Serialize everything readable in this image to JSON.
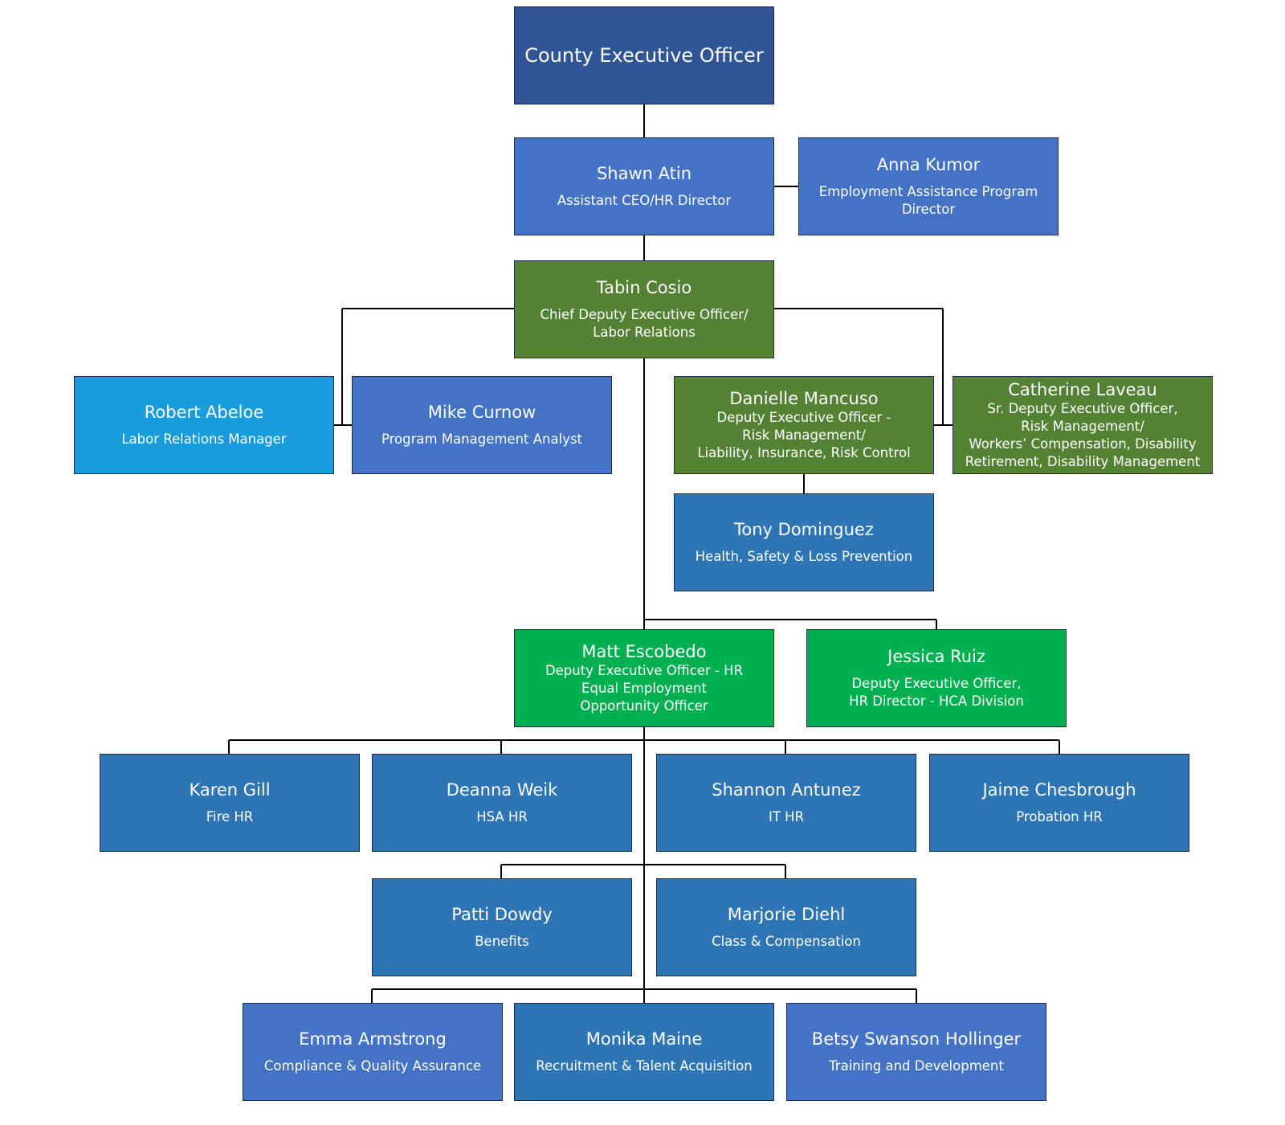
{
  "colors": {
    "navy": "#2f5597",
    "blue": "#4472c4",
    "steel": "#2e75b6",
    "sky": "#179cdc",
    "olive": "#548235",
    "green": "#00b050",
    "line": "#000000"
  },
  "nodes": {
    "ceo": {
      "name": "County Executive Officer",
      "title": "",
      "color": "navy"
    },
    "atin": {
      "name": "Shawn Atin",
      "title": "Assistant CEO/HR Director",
      "color": "blue"
    },
    "kumor": {
      "name": "Anna Kumor",
      "title": "Employment Assistance Program\nDirector",
      "color": "blue"
    },
    "cosio": {
      "name": "Tabin Cosio",
      "title": "Chief Deputy Executive Officer/\nLabor Relations",
      "color": "olive"
    },
    "abeloe": {
      "name": "Robert Abeloe",
      "title": "Labor Relations Manager",
      "color": "sky"
    },
    "curnow": {
      "name": "Mike Curnow",
      "title": "Program Management Analyst",
      "color": "blue"
    },
    "mancuso": {
      "name": "Danielle Mancuso",
      "title": "Deputy Executive Officer -\nRisk Management/\nLiability, Insurance, Risk Control",
      "color": "olive"
    },
    "laveau": {
      "name": "Catherine Laveau",
      "title": "Sr. Deputy Executive Officer,\nRisk Management/\nWorkers’ Compensation, Disability\nRetirement, Disability Management",
      "color": "olive"
    },
    "dominguez": {
      "name": "Tony Dominguez",
      "title": "Health, Safety & Loss Prevention",
      "color": "steel"
    },
    "escobedo": {
      "name": "Matt Escobedo",
      "title": "Deputy Executive Officer - HR\nEqual Employment\nOpportunity Officer",
      "color": "green"
    },
    "ruiz": {
      "name": "Jessica Ruiz",
      "title": "Deputy Executive Officer,\nHR Director - HCA Division",
      "color": "green"
    },
    "gill": {
      "name": "Karen Gill",
      "title": "Fire HR",
      "color": "steel"
    },
    "weik": {
      "name": "Deanna Weik",
      "title": "HSA HR",
      "color": "steel"
    },
    "antunez": {
      "name": "Shannon Antunez",
      "title": "IT HR",
      "color": "steel"
    },
    "chesbrough": {
      "name": "Jaime Chesbrough",
      "title": "Probation HR",
      "color": "steel"
    },
    "dowdy": {
      "name": "Patti Dowdy",
      "title": "Benefits",
      "color": "steel"
    },
    "diehl": {
      "name": "Marjorie Diehl",
      "title": "Class & Compensation",
      "color": "steel"
    },
    "armstrong": {
      "name": "Emma Armstrong",
      "title": "Compliance & Quality Assurance",
      "color": "blue"
    },
    "maine": {
      "name": "Monika Maine",
      "title": "Recruitment & Talent Acquisition",
      "color": "steel"
    },
    "hollinger": {
      "name": "Betsy Swanson Hollinger",
      "title": "Training and Development",
      "color": "blue"
    }
  }
}
